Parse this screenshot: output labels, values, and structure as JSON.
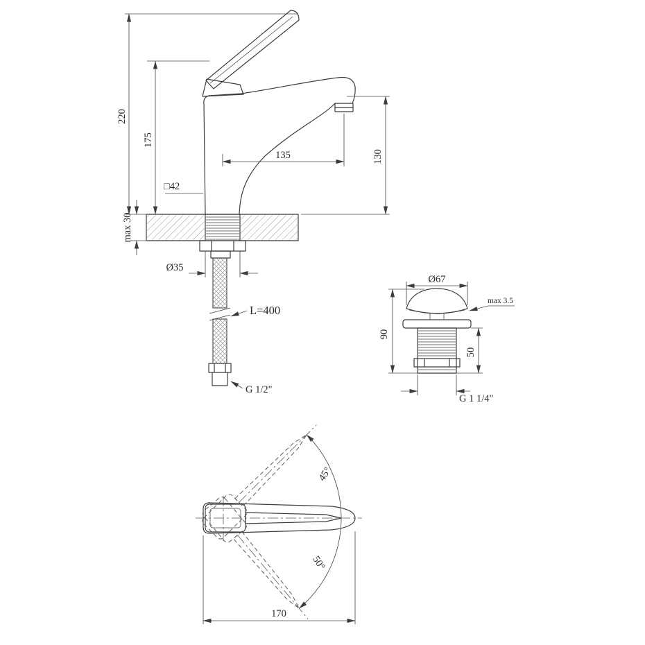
{
  "colors": {
    "line": "#3c3c3c",
    "text": "#2b2b2b"
  },
  "faucet_side_view": {
    "total_height": "220",
    "body_height": "175",
    "spout_reach": "135",
    "spout_height": "130",
    "body_section": "□42",
    "deck_thickness_max": "max 30",
    "hole_diameter": "Ø35",
    "hose_length": "L=400",
    "thread": "G 1/2\""
  },
  "drain_view": {
    "cap_diameter": "Ø67",
    "cap_gap_max": "max 3.5",
    "total_height": "90",
    "thread_length": "50",
    "thread": "G 1 1/4\""
  },
  "top_view": {
    "handle_angle_up": "45°",
    "handle_angle_down": "50°",
    "body_length": "170"
  }
}
